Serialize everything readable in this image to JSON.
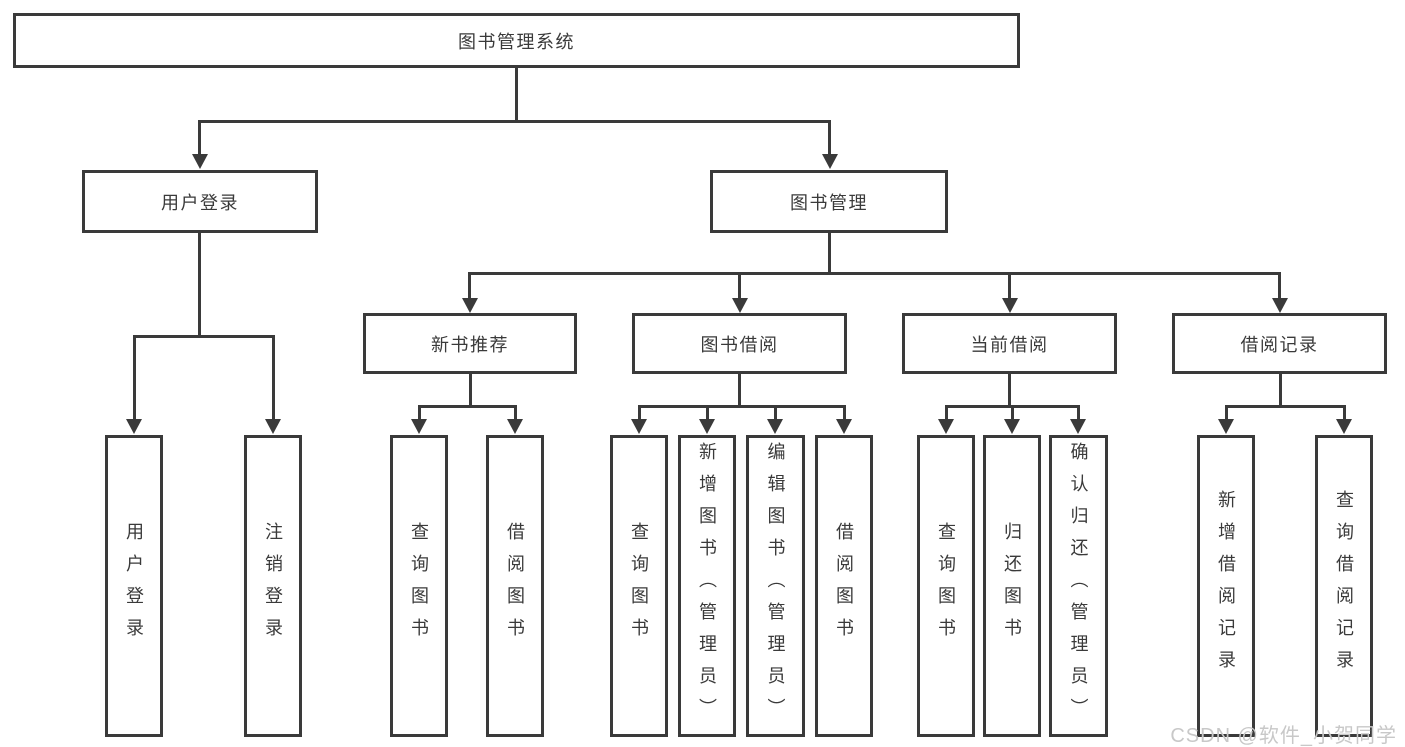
{
  "diagram": {
    "root": {
      "label": "图书管理系统"
    },
    "branches": [
      {
        "label": "用户登录",
        "children": [
          {
            "label": "用户登录"
          },
          {
            "label": "注销登录"
          }
        ]
      },
      {
        "label": "图书管理",
        "children": [
          {
            "label": "新书推荐",
            "children": [
              {
                "label": "查询图书"
              },
              {
                "label": "借阅图书"
              }
            ]
          },
          {
            "label": "图书借阅",
            "children": [
              {
                "label": "查询图书"
              },
              {
                "label": "新增图书（管理员）"
              },
              {
                "label": "编辑图书（管理员）"
              },
              {
                "label": "借阅图书"
              }
            ]
          },
          {
            "label": "当前借阅",
            "children": [
              {
                "label": "查询图书"
              },
              {
                "label": "归还图书"
              },
              {
                "label": "确认归还（管理员）"
              }
            ]
          },
          {
            "label": "借阅记录",
            "children": [
              {
                "label": "新增借阅记录"
              },
              {
                "label": "查询借阅记录"
              }
            ]
          }
        ]
      }
    ]
  },
  "watermark": "CSDN @软件_小贺同学",
  "colors": {
    "line": "#3a3a3a",
    "box_fill": "#ffffff",
    "text": "#3a3a3a",
    "watermark": "#c8c8c8"
  }
}
